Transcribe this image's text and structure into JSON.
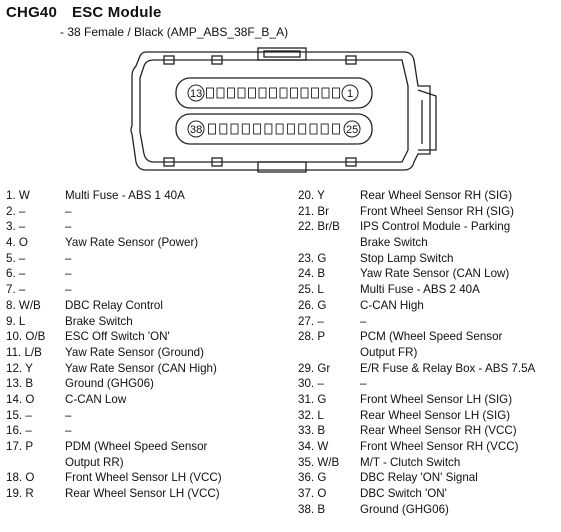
{
  "header": {
    "code": "CHG40",
    "title": "ESC Module",
    "subtitle": "- 38 Female / Black (AMP_ABS_38F_B_A)"
  },
  "connector": {
    "pin_labels": {
      "top_left": "13",
      "top_right": "1",
      "bottom_left": "38",
      "bottom_right": "25"
    }
  },
  "pins_left": [
    {
      "num": "1. W",
      "desc": "Multi Fuse - ABS 1 40A"
    },
    {
      "num": "2. –",
      "desc": "–"
    },
    {
      "num": "3. –",
      "desc": "–"
    },
    {
      "num": "4. O",
      "desc": "Yaw Rate Sensor (Power)"
    },
    {
      "num": "5. –",
      "desc": "–"
    },
    {
      "num": "6. –",
      "desc": "–"
    },
    {
      "num": "7. –",
      "desc": "–"
    },
    {
      "num": "8. W/B",
      "desc": "DBC Relay Control"
    },
    {
      "num": "9. L",
      "desc": "Brake Switch"
    },
    {
      "num": "10. O/B",
      "desc": "ESC Off Switch 'ON'"
    },
    {
      "num": "11. L/B",
      "desc": "Yaw Rate Sensor (Ground)"
    },
    {
      "num": "12. Y",
      "desc": "Yaw Rate Sensor (CAN High)"
    },
    {
      "num": "13. B",
      "desc": "Ground (GHG06)"
    },
    {
      "num": "14. O",
      "desc": "C-CAN Low"
    },
    {
      "num": "15. –",
      "desc": "–"
    },
    {
      "num": "16. –",
      "desc": "–"
    },
    {
      "num": "17. P",
      "desc": "PDM (Wheel Speed Sensor"
    },
    {
      "num": "",
      "desc": "Output RR)"
    },
    {
      "num": "18. O",
      "desc": "Front Wheel Sensor LH (VCC)"
    },
    {
      "num": "19. R",
      "desc": "Rear Wheel Sensor LH (VCC)"
    }
  ],
  "pins_right": [
    {
      "num": "20. Y",
      "desc": "Rear Wheel Sensor RH (SIG)"
    },
    {
      "num": "21. Br",
      "desc": "Front Wheel Sensor RH (SIG)"
    },
    {
      "num": "22. Br/B",
      "desc": "IPS Control Module - Parking"
    },
    {
      "num": "",
      "desc": "Brake Switch"
    },
    {
      "num": "23. G",
      "desc": "Stop Lamp Switch"
    },
    {
      "num": "24. B",
      "desc": "Yaw Rate Sensor (CAN Low)"
    },
    {
      "num": "25. L",
      "desc": "Multi Fuse - ABS 2 40A"
    },
    {
      "num": "26. G",
      "desc": "C-CAN High"
    },
    {
      "num": "27. –",
      "desc": "–"
    },
    {
      "num": "28. P",
      "desc": "PCM (Wheel Speed Sensor"
    },
    {
      "num": "",
      "desc": "Output FR)"
    },
    {
      "num": "29. Gr",
      "desc": "E/R Fuse & Relay Box - ABS 7.5A"
    },
    {
      "num": "30. –",
      "desc": "–"
    },
    {
      "num": "31. G",
      "desc": "Front Wheel Sensor LH (SIG)"
    },
    {
      "num": "32. L",
      "desc": "Rear Wheel Sensor LH (SIG)"
    },
    {
      "num": "33. B",
      "desc": "Rear Wheel Sensor RH (VCC)"
    },
    {
      "num": "34. W",
      "desc": "Front Wheel Sensor RH (VCC)"
    },
    {
      "num": "35. W/B",
      "desc": "M/T - Clutch Switch"
    },
    {
      "num": "36. G",
      "desc": "DBC Relay 'ON' Signal"
    },
    {
      "num": "37. O",
      "desc": "DBC Switch 'ON'"
    },
    {
      "num": "38. B",
      "desc": "Ground (GHG06)"
    }
  ]
}
